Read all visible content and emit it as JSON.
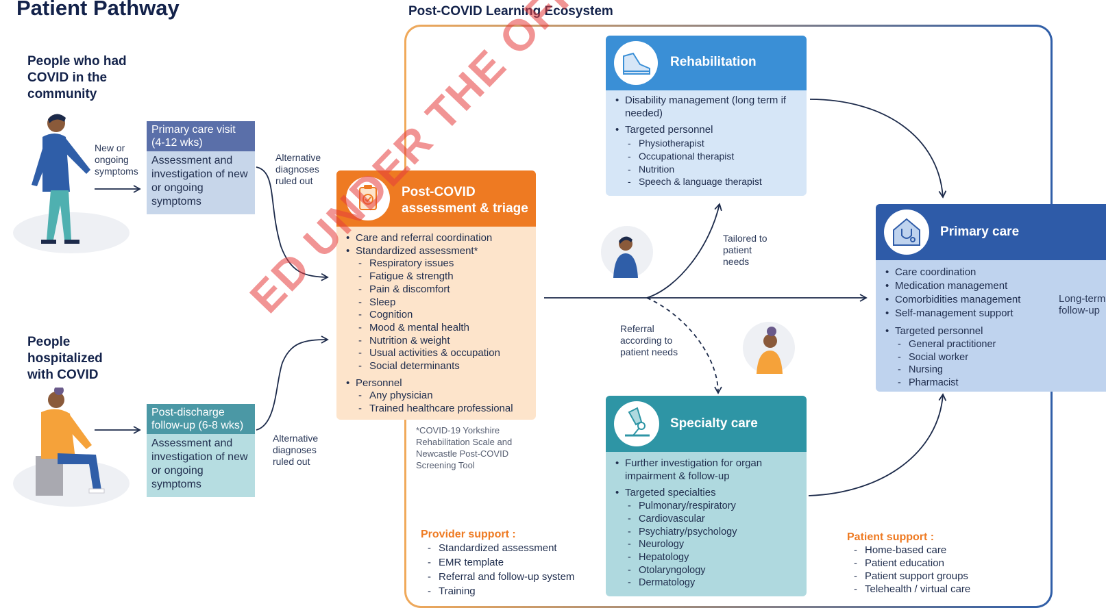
{
  "page_title": "Patient Pathway",
  "ecosystem_title": "Post-COVID Learning Ecosystem",
  "groups": {
    "community": "People who had COVID in the community",
    "hospitalized": "People hospitalized with COVID"
  },
  "arrow_labels": {
    "new_symptoms": "New or ongoing symptoms",
    "alt_diagnoses_top": "Alternative diagnoses ruled out",
    "alt_diagnoses_bottom": "Alternative diagnoses ruled out",
    "tailored": "Tailored to patient needs",
    "referral": "Referral according to patient needs",
    "long_term": "Long-term follow-up"
  },
  "primary_visit": {
    "header": "Primary care visit (4-12 wks)",
    "body": "Assessment and investigation of new or ongoing symptoms"
  },
  "post_discharge": {
    "header": "Post-discharge follow-up (6-8 wks)",
    "body": "Assessment and investigation of new or ongoing symptoms"
  },
  "triage": {
    "title": "Post-COVID assessment & triage",
    "bullets": [
      "Care and referral coordination",
      "Standardized assessment*"
    ],
    "assessment_items": [
      "Respiratory issues",
      "Fatigue & strength",
      "Pain & discomfort",
      "Sleep",
      "Cognition",
      "Mood & mental health",
      "Nutrition & weight",
      "Usual activities & occupation",
      "Social determinants"
    ],
    "personnel_label": "Personnel",
    "personnel_items": [
      "Any physician",
      "Trained healthcare professional"
    ],
    "footnote": "*COVID-19 Yorkshire Rehabilitation Scale and Newcastle Post-COVID Screening Tool"
  },
  "rehab": {
    "title": "Rehabilitation",
    "bullet": "Disability management (long term if needed)",
    "personnel_label": "Targeted personnel",
    "personnel_items": [
      "Physiotherapist",
      "Occupational therapist",
      "Nutrition",
      "Speech & language therapist"
    ]
  },
  "specialty": {
    "title": "Specialty care",
    "bullet": "Further investigation for organ impairment & follow-up",
    "specialties_label": "Targeted specialties",
    "specialties_items": [
      "Pulmonary/respiratory",
      "Cardiovascular",
      "Psychiatry/psychology",
      "Neurology",
      "Hepatology",
      "Otolaryngology",
      "Dermatology"
    ]
  },
  "primary_care": {
    "title": "Primary care",
    "bullets": [
      "Care coordination",
      "Medication management",
      "Comorbidities management",
      "Self-management support"
    ],
    "personnel_label": "Targeted personnel",
    "personnel_items": [
      "General practitioner",
      "Social worker",
      "Nursing",
      "Pharmacist"
    ]
  },
  "provider_support": {
    "title": "Provider support :",
    "items": [
      "Standardized assessment",
      "EMR template",
      "Referral and follow-up system",
      "Training"
    ]
  },
  "patient_support": {
    "title": "Patient support :",
    "items": [
      "Home-based care",
      "Patient education",
      "Patient support groups",
      "Telehealth / virtual care"
    ]
  },
  "watermark": "ED UNDER THE OFFICIAL INFORMATION",
  "colors": {
    "orange": "#ee7a22",
    "triage_body": "#fde4cb",
    "rehab_head": "#3a8fd6",
    "rehab_body": "#d6e6f7",
    "specialty_head": "#2e95a5",
    "specialty_body": "#afd9df",
    "primary_head": "#2e5ba8",
    "primary_body": "#bfd3ee",
    "visit_head": "#5a6fa9",
    "visit_body": "#c7d6ea",
    "discharge_head": "#4b98a5",
    "discharge_body": "#b6dde1"
  }
}
